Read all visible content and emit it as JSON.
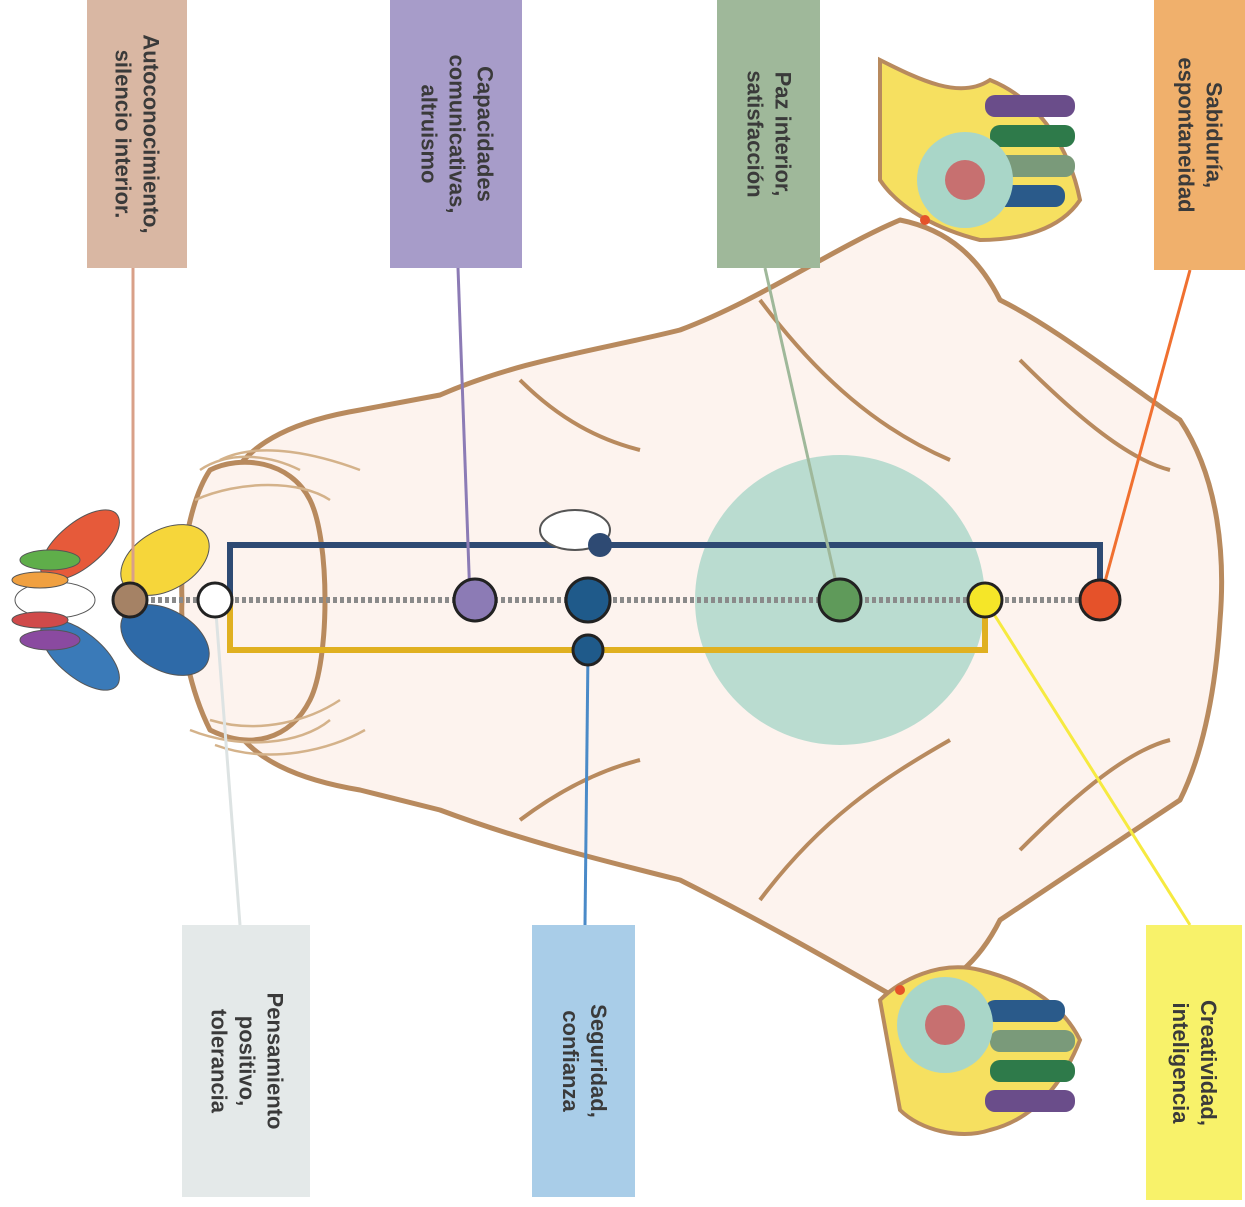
{
  "labels": {
    "autoconocimiento": {
      "text": "Autoconocimiento,\nsilencio interior.",
      "color": "#d9b7a3"
    },
    "capacidades": {
      "text": "Capacidades\ncomunicativas,\naltruismo",
      "color": "#a79cc9"
    },
    "paz": {
      "text": "Paz interior,\nsatisfacción",
      "color": "#9fb89a"
    },
    "sabiduria": {
      "text": "Sabiduría,\nespontaneidad",
      "color": "#f0b06c"
    },
    "pensamiento": {
      "text": "Pensamiento\npositivo,\ntolerancia",
      "color": "#e4e9e9"
    },
    "seguridad": {
      "text": "Seguridad,\nconfianza",
      "color": "#a9cde8"
    },
    "creatividad": {
      "text": "Creatividad,\ninteligencia",
      "color": "#f8f26a"
    }
  },
  "colors": {
    "body_outline": "#b88a5e",
    "body_fill": "#fdf3ee",
    "heart_aura": "#a9d6c8",
    "channel_top": "#2e4a73",
    "channel_mid": "#8a8a8a",
    "channel_bottom": "#e0b020",
    "chakra_crown": "#a58265",
    "chakra_third_eye": "#ffffff",
    "chakra_throat": "#8c7bb5",
    "chakra_solar": "#1f5a8a",
    "chakra_heart": "#5f9a5a",
    "chakra_sacral": "#f5e628",
    "chakra_root": "#e5522a"
  }
}
